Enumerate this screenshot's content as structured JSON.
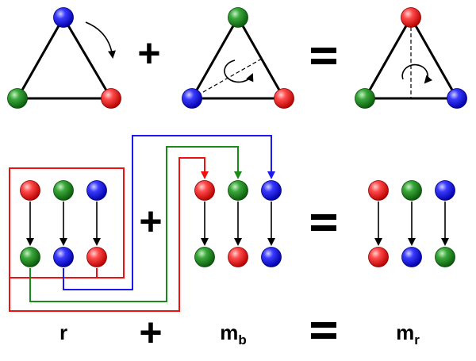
{
  "colors": {
    "red": "#ee1111",
    "green": "#1a8a1a",
    "blue": "#1a1aee",
    "stroke": "#000000"
  },
  "operators": {
    "plus": "+",
    "equals": "="
  },
  "triangles": [
    {
      "id": "rotation",
      "top": "blue",
      "left": "green",
      "right": "red",
      "annotation": "clockwise-rotation-arrow"
    },
    {
      "id": "mirror-b",
      "top": "green",
      "left": "blue",
      "right": "red",
      "annotation": "reflection-axis-through-blue"
    },
    {
      "id": "mirror-r",
      "top": "red",
      "left": "green",
      "right": "blue",
      "annotation": "reflection-axis-through-red"
    }
  ],
  "columns": {
    "r": {
      "top": [
        "red",
        "green",
        "blue"
      ],
      "bottom": [
        "green",
        "blue",
        "red"
      ]
    },
    "m_b": {
      "top": [
        "red",
        "green",
        "blue"
      ],
      "bottom": [
        "green",
        "red",
        "blue"
      ]
    },
    "m_r": {
      "top": [
        "red",
        "green",
        "blue"
      ],
      "bottom": [
        "red",
        "blue",
        "green"
      ]
    }
  },
  "labels": {
    "r": "r",
    "m_b_base": "m",
    "m_b_sub": "b",
    "m_r_base": "m",
    "m_r_sub": "r"
  }
}
